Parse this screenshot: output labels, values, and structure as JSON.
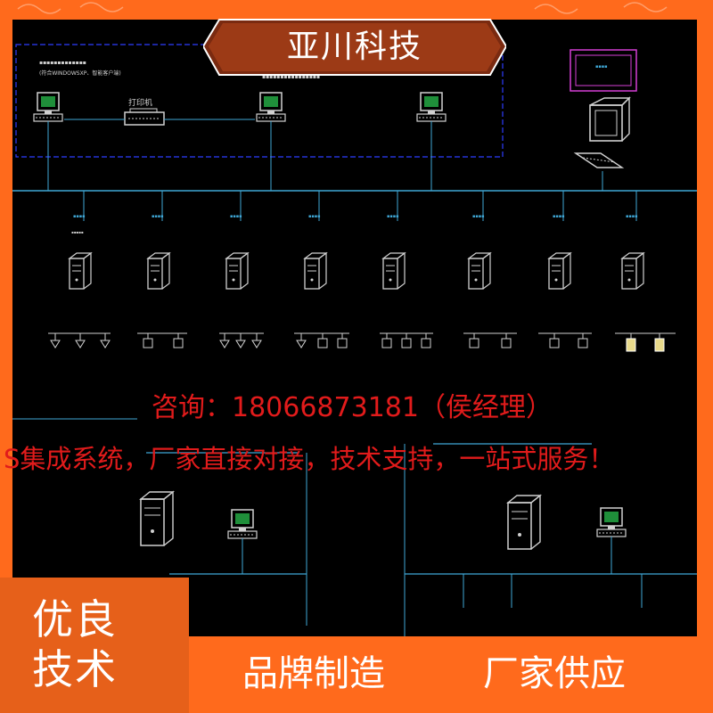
{
  "banner": {
    "brand": "亚川科技"
  },
  "ad_text": {
    "contact": "咨询：18066873181（侯经理）",
    "slogan": "S集成系统，厂家直接对接，技术支持，一站式服务！"
  },
  "badge": {
    "line1": "优良",
    "line2": "技术"
  },
  "bottom_bar": {
    "text1": "品牌制造",
    "text2": "厂家供应"
  },
  "diagram": {
    "top_labels": {
      "workstation_os": "(符合WINDOWSXP、智能客户端)",
      "printer": "打印机"
    },
    "colors": {
      "background": "#000000",
      "line": "#3fa7d6",
      "dash": "#2d3cff",
      "frame": "#ff6a1c",
      "ad_red": "#e11b1b",
      "bezel": "#d0d0d0",
      "screen": "#1f8f3a"
    }
  }
}
